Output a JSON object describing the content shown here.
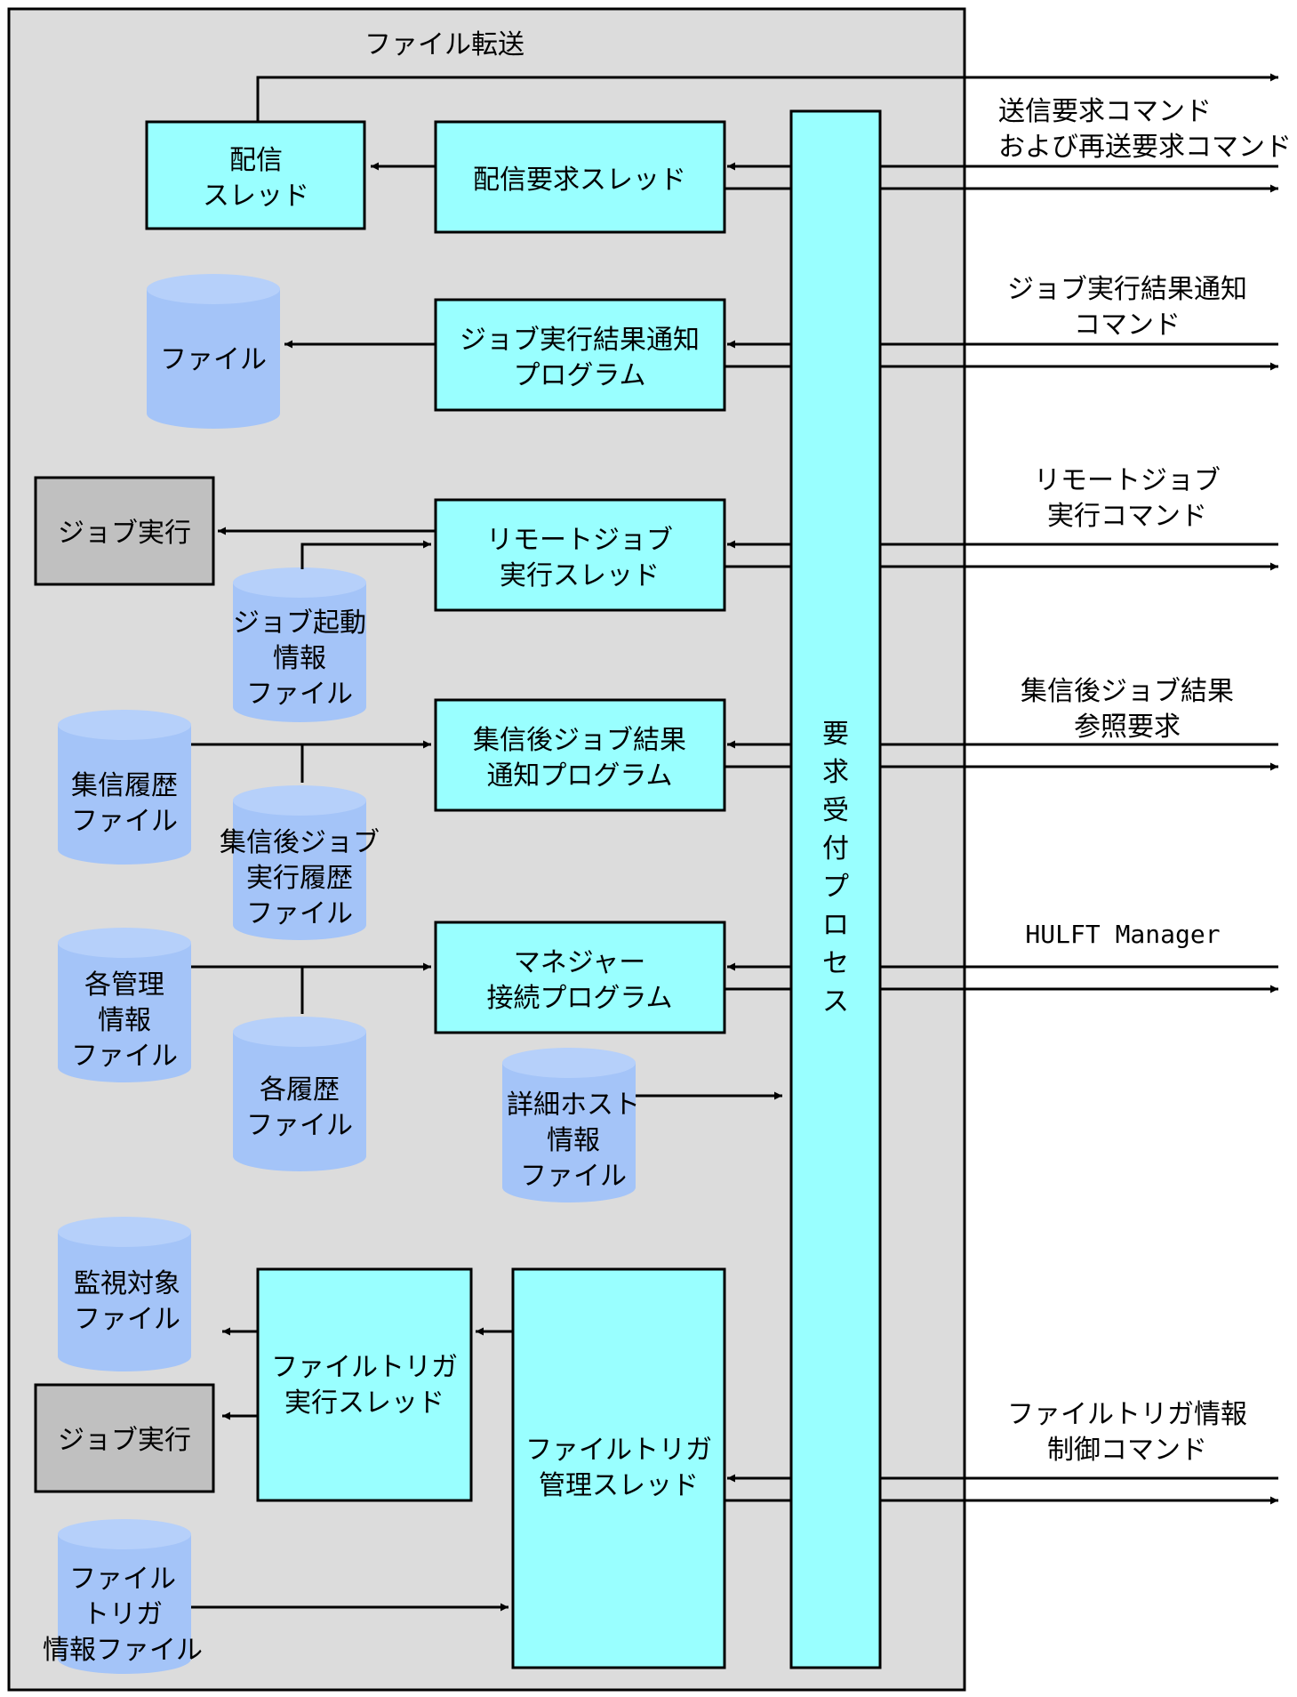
{
  "container": {
    "title": "ファイル転送"
  },
  "reception": {
    "label": "要求受付プロセス"
  },
  "programs": {
    "haishin": [
      "配信",
      "スレッド"
    ],
    "haishin_req": [
      "配信要求スレッド"
    ],
    "job_result_notify": [
      "ジョブ実行結果通知",
      "プログラム"
    ],
    "remote_job": [
      "リモートジョブ",
      "実行スレッド"
    ],
    "post_collect": [
      "集信後ジョブ結果",
      "通知プログラム"
    ],
    "manager_conn": [
      "マネジャー",
      "接続プログラム"
    ],
    "ft_exec": [
      "ファイルトリガ",
      "実行スレッド"
    ],
    "ft_manage": [
      "ファイルトリガ",
      "管理スレッド"
    ]
  },
  "job_exec": {
    "first": [
      "ジョブ実行"
    ],
    "second": [
      "ジョブ実行"
    ]
  },
  "files": {
    "file": [
      "ファイル"
    ],
    "job_start": [
      "ジョブ起動",
      "情報",
      "ファイル"
    ],
    "collect_history": [
      "集信履歴",
      "ファイル"
    ],
    "post_collect_history": [
      "集信後ジョブ",
      "実行履歴",
      "ファイル"
    ],
    "mgmt_info": [
      "各管理",
      "情報",
      "ファイル"
    ],
    "each_history": [
      "各履歴",
      "ファイル"
    ],
    "host_detail": [
      "詳細ホスト",
      "情報",
      "ファイル"
    ],
    "monitor_target": [
      "監視対象",
      "ファイル"
    ],
    "ft_info": [
      "ファイル",
      "トリガ",
      "情報ファイル"
    ]
  },
  "commands": {
    "send": [
      "送信要求コマンド",
      "および再送要求コマンド"
    ],
    "job_result": [
      "ジョブ実行結果通知",
      "コマンド"
    ],
    "remote_job": [
      "リモートジョブ",
      "実行コマンド"
    ],
    "post_collect": [
      "集信後ジョブ結果",
      "参照要求"
    ],
    "manager": [
      "HULFT Manager"
    ],
    "ft": [
      "ファイルトリガ情報",
      "制御コマンド"
    ]
  },
  "colors": {
    "container_bg": "#dcdcdc",
    "program_box": "#99ffff",
    "file_cylinder": "#a4c4f8",
    "job_exec_box": "#c0c0c0"
  }
}
